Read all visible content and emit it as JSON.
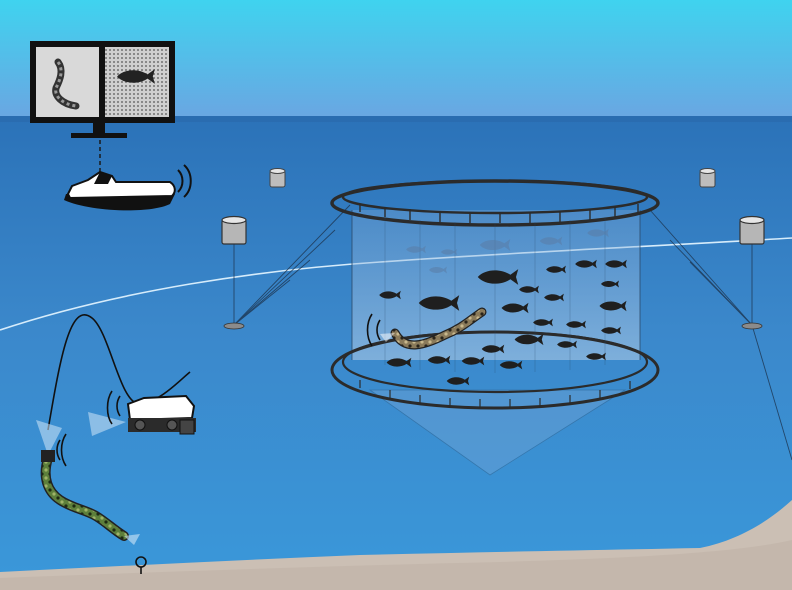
{
  "scene": {
    "colors": {
      "sky_top": "#3fd3ef",
      "sky_bottom": "#6aa6e2",
      "water_surface": "#2e78bf",
      "water_mid": "#3e8fd3",
      "water_deep": "#3b95d8",
      "seabed": "#cbbfb4",
      "fish": "#1f1f1f",
      "cage_ring": "#2b2b2b",
      "float_body": "#b9b9b9",
      "vessel_hull": "#ffffff",
      "snake_robot": "#6f8f4a"
    },
    "elements": {
      "monitor": "monitor-display",
      "monitor_panels": [
        "snake-robot-camera-view",
        "fish-sonar-view"
      ],
      "surface_vessel": "unmanned-surface-vessel",
      "rov": "remotely-operated-vehicle",
      "snake_robot_free": "snake-robot-swimming",
      "snake_robot_cage": "snake-robot-inside-cage",
      "fish_cage": "sea-cage-net-pen",
      "seabed_sensor": "seabed-sensor-pin",
      "mooring_floats": 4,
      "fish_inside_cage": 22,
      "fish_faded_upper": 5
    }
  }
}
